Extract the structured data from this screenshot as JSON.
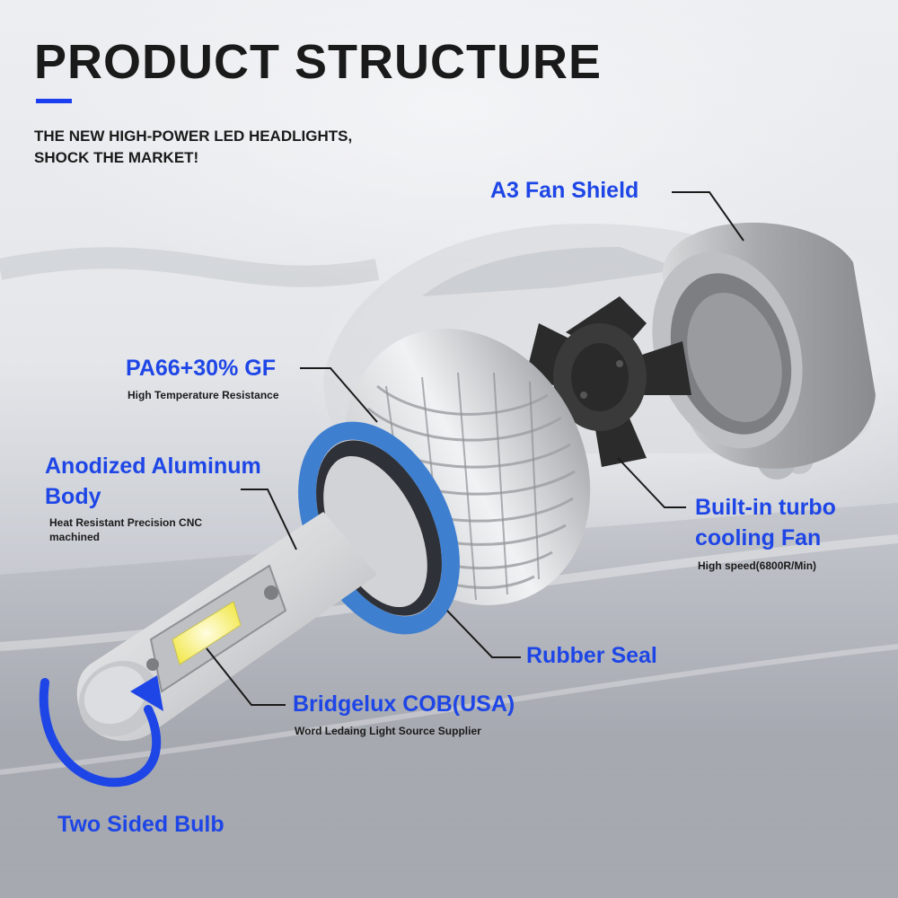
{
  "header": {
    "title": "PRODUCT STRUCTURE",
    "subtitle_line1": "THE NEW HIGH-POWER LED HEADLIGHTS,",
    "subtitle_line2": "SHOCK THE MARKET!"
  },
  "labels": {
    "fan_shield": "A3 Fan Shield",
    "pa66": "PA66+30% GF",
    "pa66_sub": "High Temperature Resistance",
    "aluminum_line1": "Anodized Aluminum",
    "aluminum_line2": "Body",
    "aluminum_sub_line1": "Heat Resistant Precision CNC",
    "aluminum_sub_line2": "machined",
    "turbo_line1": "Built-in turbo",
    "turbo_line2": "cooling Fan",
    "turbo_sub": "High speed(6800R/Min)",
    "rubber_seal": "Rubber Seal",
    "bridgelux": "Bridgelux COB(USA)",
    "bridgelux_sub": "Word Ledaing Light Source Supplier",
    "two_sided": "Two Sided Bulb"
  },
  "colors": {
    "accent_blue": "#1e46e6",
    "title_text": "#1a1a1a",
    "seal_blue": "#3f7fd0",
    "fan_dark": "#2b2b2b"
  }
}
